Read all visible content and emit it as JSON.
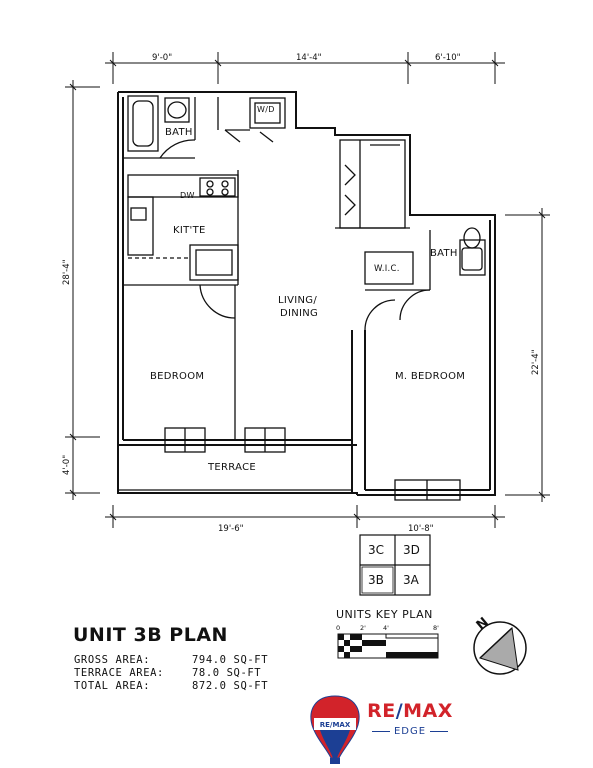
{
  "plan": {
    "title": "UNIT 3B PLAN",
    "rooms": {
      "bath_left": "BATH",
      "wd": "W/D",
      "dw": "DW",
      "kitchen": "KIT'TE",
      "living": "LIVING/",
      "dining": "DINING",
      "bedroom": "BEDROOM",
      "master_bedroom": "M. BEDROOM",
      "bath_right": "BATH",
      "wic": "W.I.C.",
      "terrace": "TERRACE"
    },
    "dimensions": {
      "top_left": "9'-0\"",
      "top_mid": "14'-4\"",
      "top_right": "6'-10\"",
      "left_upper": "28'-4\"",
      "left_lower": "4'-0\"",
      "right": "22'-4\"",
      "bottom_left": "19'-6\"",
      "bottom_right": "10'-8\""
    }
  },
  "key_plan": {
    "label": "UNITS KEY PLAN",
    "cells": [
      "3C",
      "3D",
      "3B",
      "3A"
    ]
  },
  "scale": {
    "ticks": [
      "0",
      "2'",
      "4'",
      "8'"
    ]
  },
  "north": "N",
  "areas": [
    {
      "label": "GROSS AREA:",
      "value": "794.0 SQ-FT"
    },
    {
      "label": "TERRACE AREA:",
      "value": "78.0 SQ-FT"
    },
    {
      "label": "TOTAL AREA:",
      "value": "872.0 SQ-FT"
    }
  ],
  "brand": {
    "balloon_text": "RE/MAX",
    "name_re": "RE",
    "name_slash": "/",
    "name_max": "MAX",
    "sub": "EDGE",
    "colors": {
      "red": "#d2232a",
      "blue": "#1c3f94"
    }
  }
}
